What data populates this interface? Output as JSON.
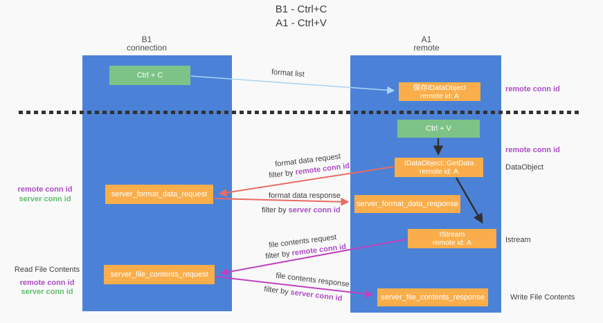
{
  "title": {
    "line1": "B1 - Ctrl+C",
    "line2": "A1 - Ctrl+V"
  },
  "lanes": {
    "left": {
      "name": "B1",
      "role": "connection"
    },
    "right": {
      "name": "A1",
      "role": "remote"
    }
  },
  "nodes": {
    "ctrl_c": {
      "label": "Ctrl + C"
    },
    "ctrl_v": {
      "label": "Ctrl + V"
    },
    "save_idataobject": {
      "line1": "保存IDataObject",
      "line2": "remote id: A"
    },
    "idataobject_getdata": {
      "line1": "IDataObject::GetData",
      "line2": "remote id: A"
    },
    "istream": {
      "line1": "IStream",
      "line2": "remote id: A"
    },
    "server_format_data_request": {
      "label": "server_format_data_request"
    },
    "server_format_data_response": {
      "label": "server_format_data_response"
    },
    "server_file_contents_request": {
      "label": "server_file_contents_request"
    },
    "server_file_contents_response": {
      "label": "server_file_contents_response"
    }
  },
  "edge_labels": {
    "format_list": "format list",
    "format_data_request": "format data request",
    "format_data_response": "format data response",
    "file_contents_request": "file contents request",
    "file_contents_response": "file contents response",
    "filter_by": "filter by ",
    "remote_conn_id": "remote conn id",
    "server_conn_id": "server conn id"
  },
  "side_labels": {
    "remote_conn_id": "remote conn id",
    "server_conn_id": "server conn id",
    "dataobject": "DataObject",
    "istream": "Istream",
    "read_file_contents": "Read File Contents",
    "write_file_contents": "Write File Contents"
  },
  "colors": {
    "lane_blue": "#4b82d7",
    "node_orange": "#f9ae4b",
    "node_green": "#7dc387",
    "arrow_red": "#e96b62",
    "arrow_magenta": "#c040c0",
    "arrow_light_blue": "#aad5f2",
    "arrow_black": "#2f2f2f",
    "text_purple": "#ab4fc5",
    "text_green": "#5fbf6b",
    "background": "#f9f9f9"
  }
}
